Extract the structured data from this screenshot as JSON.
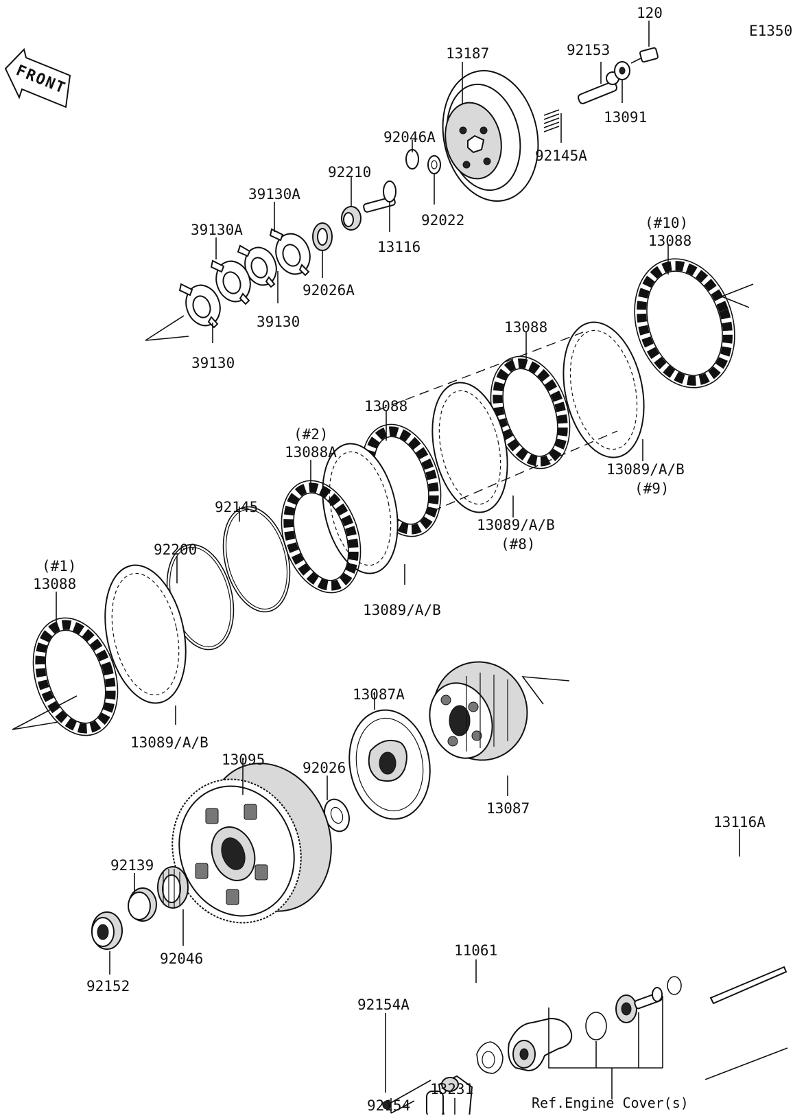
{
  "diagram": {
    "code": "E1350",
    "front_label": "FRONT",
    "reference_label": "Ref.Engine Cover(s)",
    "callouts": [
      {
        "id": "c-120",
        "text": "120"
      },
      {
        "id": "c-92153",
        "text": "92153"
      },
      {
        "id": "c-13187",
        "text": "13187"
      },
      {
        "id": "c-13091",
        "text": "13091"
      },
      {
        "id": "c-92046a",
        "text": "92046A"
      },
      {
        "id": "c-92145a",
        "text": "92145A"
      },
      {
        "id": "c-92210",
        "text": "92210"
      },
      {
        "id": "c-92022",
        "text": "92022"
      },
      {
        "id": "c-13116",
        "text": "13116"
      },
      {
        "id": "c-39130a-1",
        "text": "39130A"
      },
      {
        "id": "c-39130a-2",
        "text": "39130A"
      },
      {
        "id": "c-92026a",
        "text": "92026A"
      },
      {
        "id": "c-39130-1",
        "text": "39130"
      },
      {
        "id": "c-39130-2",
        "text": "39130"
      },
      {
        "id": "c-10-tag",
        "text": "(#10)"
      },
      {
        "id": "c-13088-10",
        "text": "13088"
      },
      {
        "id": "c-13088-top",
        "text": "13088"
      },
      {
        "id": "c-13088-mid",
        "text": "13088"
      },
      {
        "id": "c-2-tag",
        "text": "(#2)"
      },
      {
        "id": "c-13088a",
        "text": "13088A"
      },
      {
        "id": "c-92145",
        "text": "92145"
      },
      {
        "id": "c-92200",
        "text": "92200"
      },
      {
        "id": "c-13089-9",
        "text": "13089/A/B"
      },
      {
        "id": "c-9-tag",
        "text": "(#9)"
      },
      {
        "id": "c-13089-8",
        "text": "13089/A/B"
      },
      {
        "id": "c-8-tag",
        "text": "(#8)"
      },
      {
        "id": "c-13089-mid",
        "text": "13089/A/B"
      },
      {
        "id": "c-1-tag",
        "text": "(#1)"
      },
      {
        "id": "c-13088-1",
        "text": "13088"
      },
      {
        "id": "c-13089-low",
        "text": "13089/A/B"
      },
      {
        "id": "c-13087a",
        "text": "13087A"
      },
      {
        "id": "c-13095",
        "text": "13095"
      },
      {
        "id": "c-92026",
        "text": "92026"
      },
      {
        "id": "c-13087",
        "text": "13087"
      },
      {
        "id": "c-13116a",
        "text": "13116A"
      },
      {
        "id": "c-92139",
        "text": "92139"
      },
      {
        "id": "c-11061",
        "text": "11061"
      },
      {
        "id": "c-92046",
        "text": "92046"
      },
      {
        "id": "c-92154a",
        "text": "92154A"
      },
      {
        "id": "c-92152",
        "text": "92152"
      },
      {
        "id": "c-13231",
        "text": "13231"
      },
      {
        "id": "c-92154",
        "text": "92154"
      }
    ]
  }
}
